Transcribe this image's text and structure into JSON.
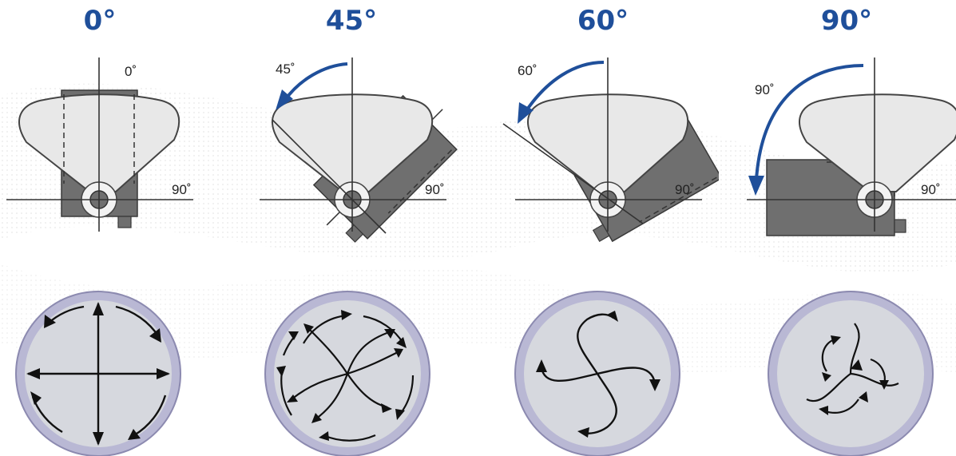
{
  "panels": [
    {
      "heading": "0°",
      "tilt_label": "0˚",
      "axis_label": "90˚",
      "tilt_deg": 0,
      "rotor_pattern": "4 straight arrows with circular arrows"
    },
    {
      "heading": "45°",
      "tilt_label": "45˚",
      "axis_label": "90˚",
      "tilt_deg": 45,
      "rotor_pattern": "6 curved spiral arrows"
    },
    {
      "heading": "60°",
      "tilt_label": "60˚",
      "axis_label": "90˚",
      "tilt_deg": 60,
      "rotor_pattern": "2 S-shaped curved arrows"
    },
    {
      "heading": "90°",
      "tilt_label": "90˚",
      "axis_label": "90˚",
      "tilt_deg": 90,
      "rotor_pattern": "3 small curved arrows"
    }
  ],
  "colors": {
    "heading": "#1f4f9a",
    "rotation_arrow": "#1f4f9a",
    "housing": "#6f6f6f",
    "fan": "#e8e8e8",
    "dish_rim": "#b9b8d4",
    "dish_fill": "#d6d8de"
  }
}
